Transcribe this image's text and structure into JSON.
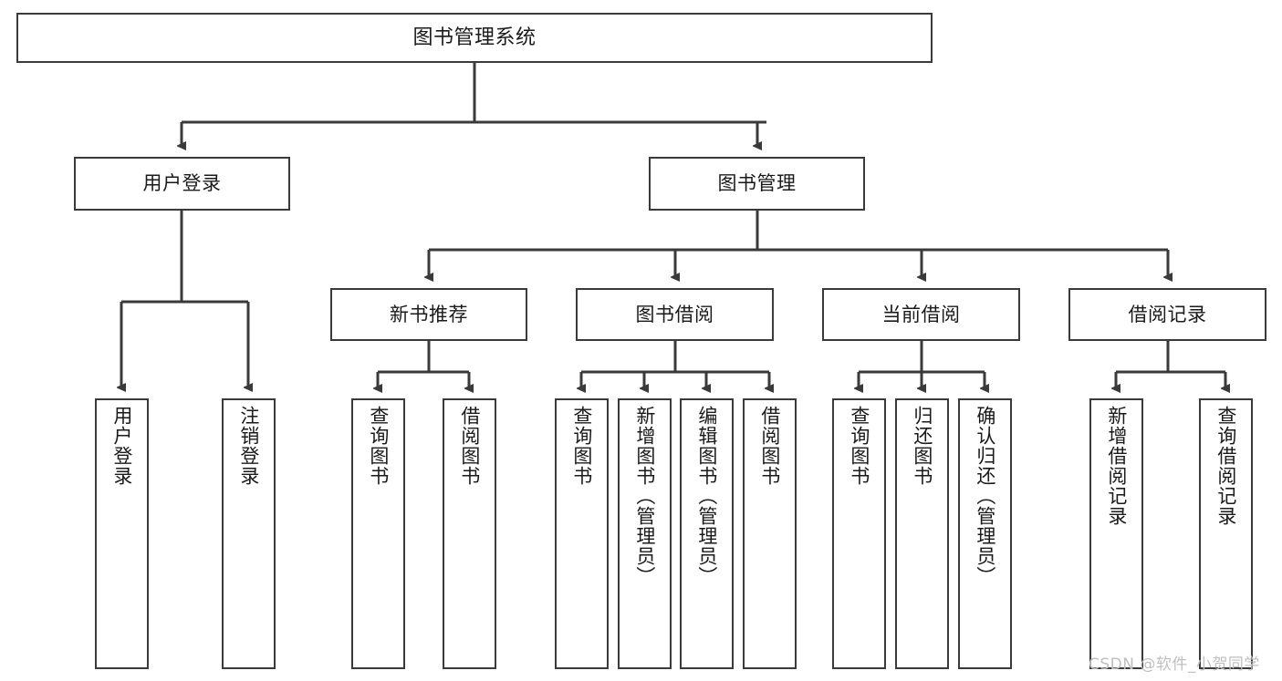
{
  "diagram": {
    "title": "图书管理系统",
    "type": "hierarchy-tree",
    "line_color": "#3a3a3a",
    "box_fill": "#ffffff",
    "text_color": "#1a1a1a",
    "watermark": "CSDN @软件_小贺同学",
    "watermark_color": "#bfbfbf",
    "levels": {
      "root": {
        "label": "图书管理系统"
      },
      "level2": [
        {
          "label": "用户登录"
        },
        {
          "label": "图书管理"
        }
      ],
      "level3": [
        {
          "label": "新书推荐"
        },
        {
          "label": "图书借阅"
        },
        {
          "label": "当前借阅"
        },
        {
          "label": "借阅记录"
        }
      ],
      "leaves": {
        "user_login": [
          {
            "label": "用户登录"
          },
          {
            "label": "注销登录"
          }
        ],
        "new_book_recommend": [
          {
            "label": "查询图书"
          },
          {
            "label": "借阅图书"
          }
        ],
        "book_borrow": [
          {
            "label": "查询图书"
          },
          {
            "label": "新增图书（管理员）"
          },
          {
            "label": "编辑图书（管理员）"
          },
          {
            "label": "借阅图书"
          }
        ],
        "current_borrow": [
          {
            "label": "查询图书"
          },
          {
            "label": "归还图书"
          },
          {
            "label": "确认归还（管理员）"
          }
        ],
        "borrow_record": [
          {
            "label": "新增借阅记录"
          },
          {
            "label": "查询借阅记录"
          }
        ]
      }
    }
  }
}
